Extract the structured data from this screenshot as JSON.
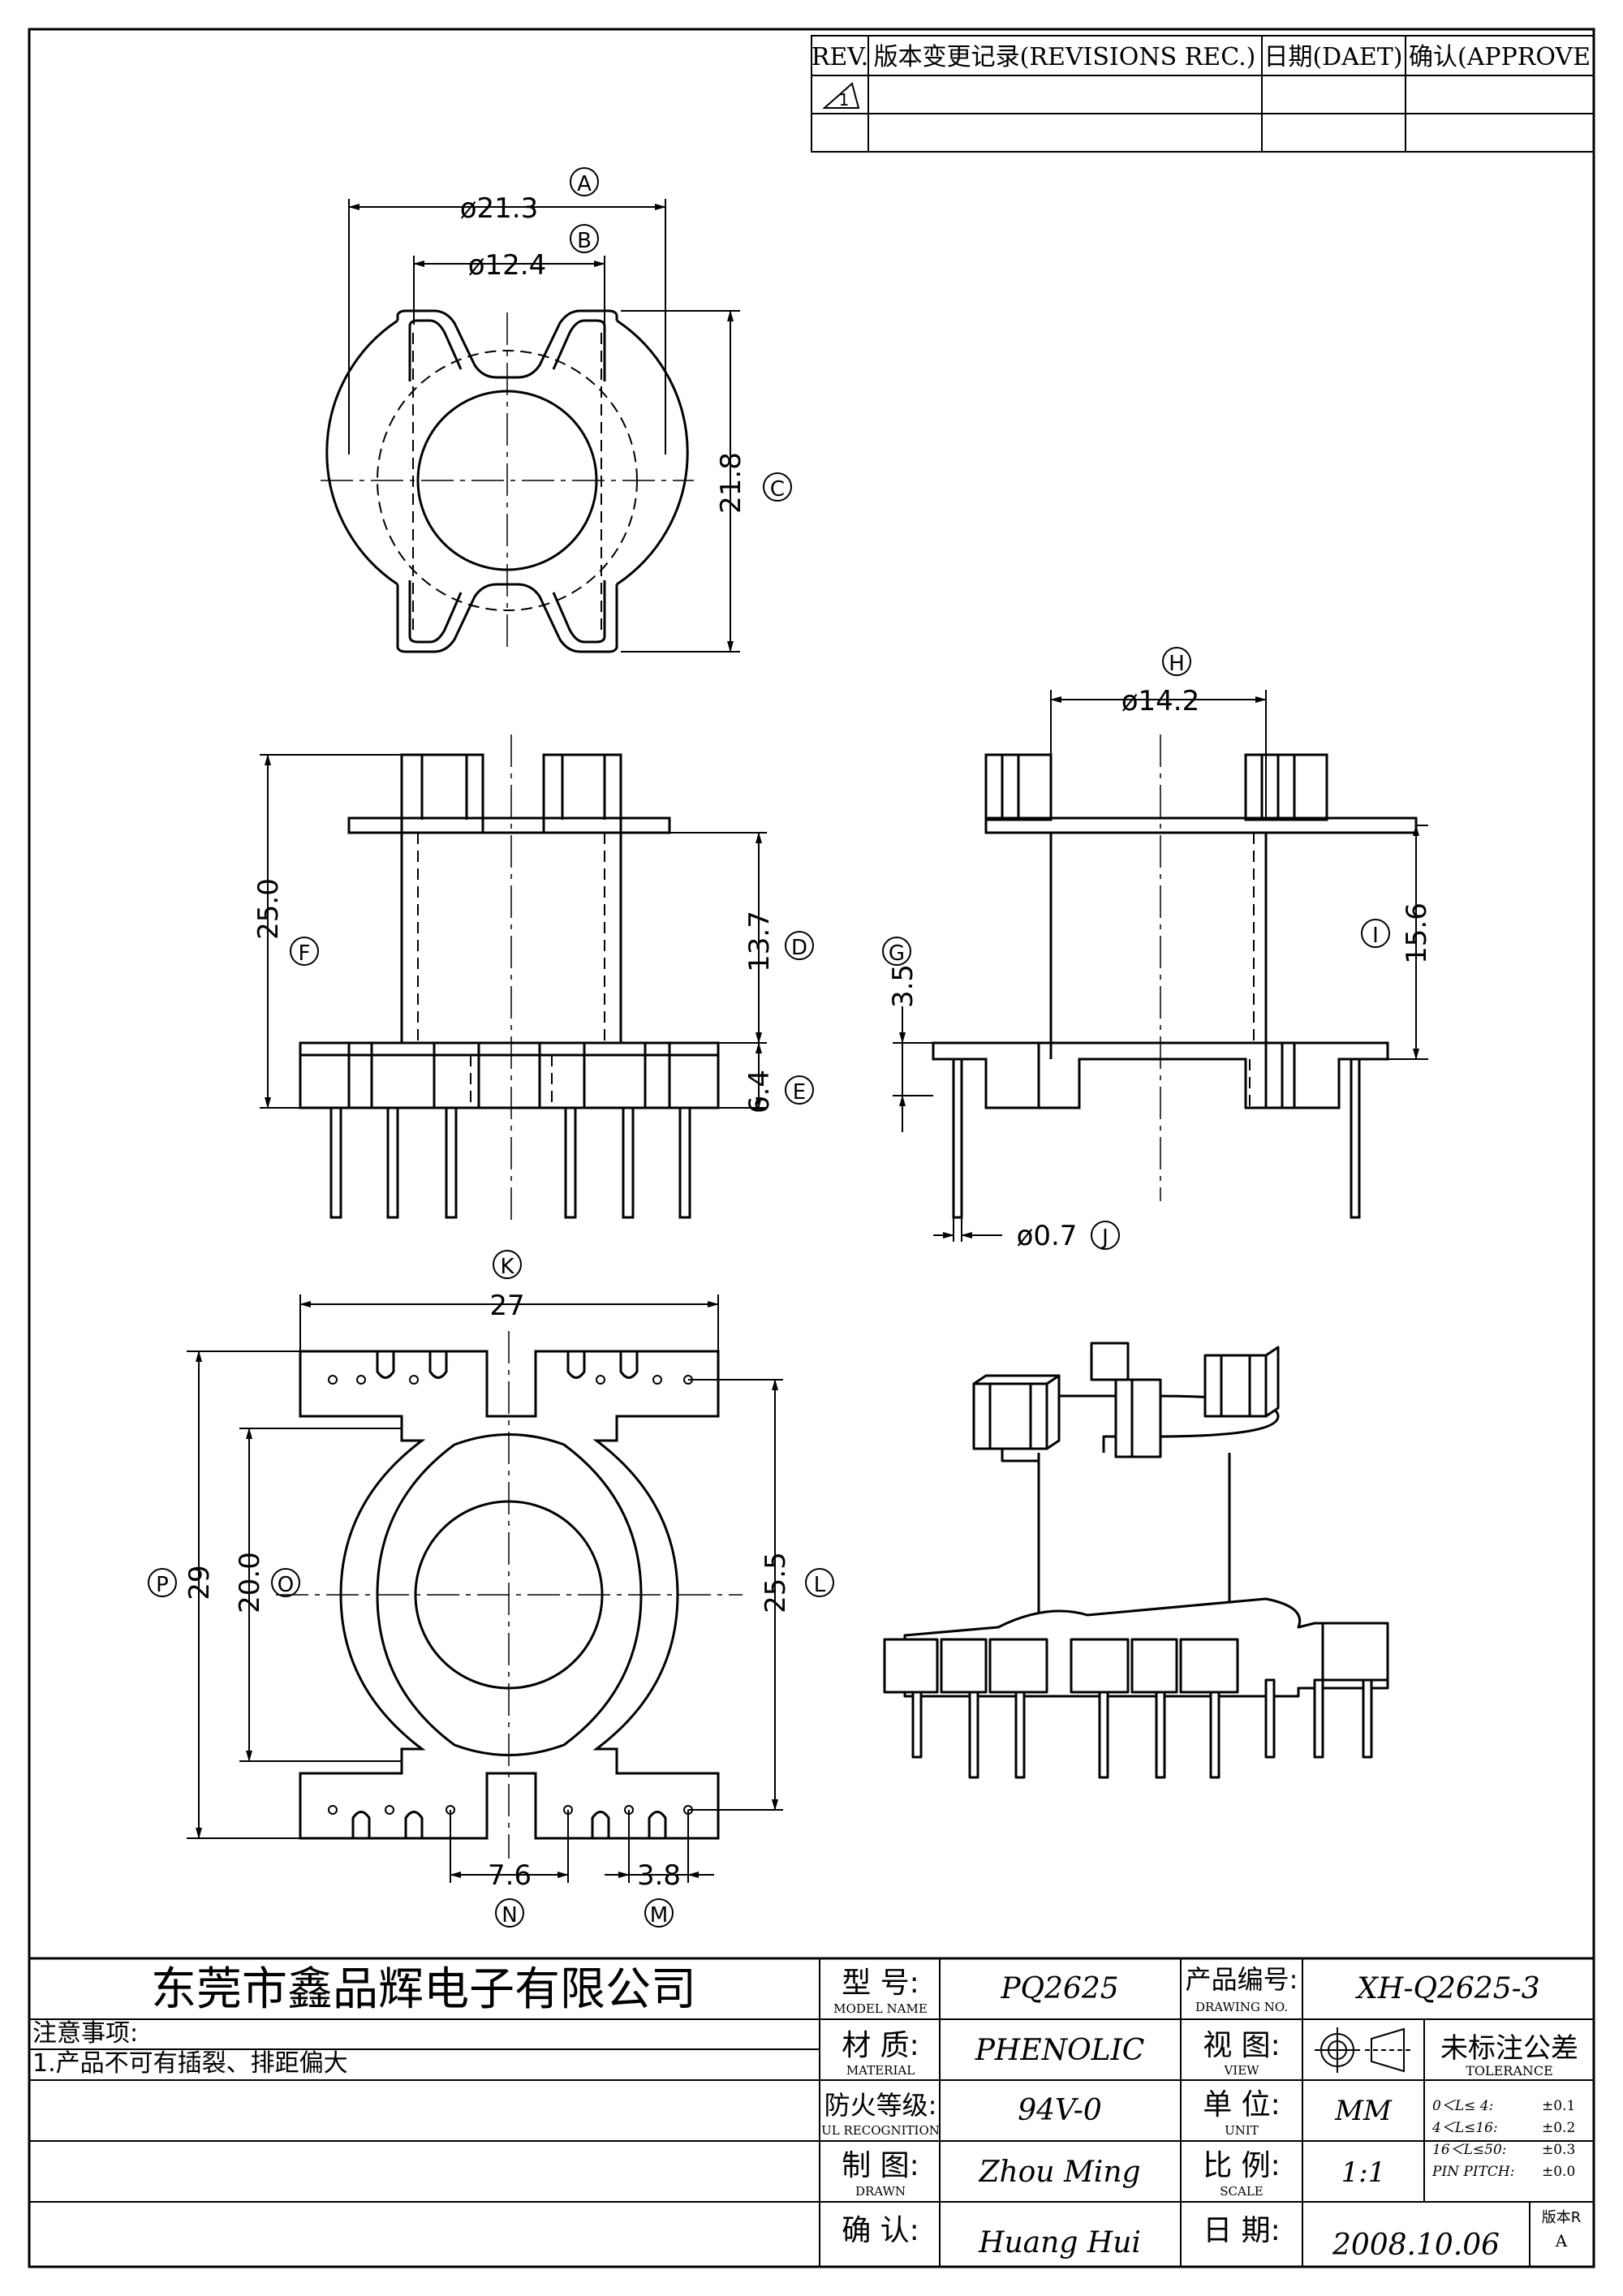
{
  "revision_table": {
    "col_rev": "REV.",
    "col_record": "版本变更记录(REVISIONS REC.)",
    "col_date": "日期(DAET)",
    "col_approve": "确认(APPROVE",
    "row1_rev": "1"
  },
  "dimensions": {
    "A": {
      "value": "ø21.3",
      "letter": "A"
    },
    "B": {
      "value": "ø12.4",
      "letter": "B"
    },
    "C": {
      "value": "21.8",
      "letter": "C"
    },
    "D": {
      "value": "13.7",
      "letter": "D"
    },
    "E": {
      "value": "6.4",
      "letter": "E"
    },
    "F": {
      "value": "25.0",
      "letter": "F"
    },
    "G": {
      "value": "3.5",
      "letter": "G"
    },
    "H": {
      "value": "ø14.2",
      "letter": "H"
    },
    "I": {
      "value": "15.6",
      "letter": "I"
    },
    "J": {
      "value": "ø0.7",
      "letter": "J"
    },
    "K": {
      "value": "27",
      "letter": "K"
    },
    "L": {
      "value": "25.5",
      "letter": "L"
    },
    "M": {
      "value": "3.8",
      "letter": "M"
    },
    "N": {
      "value": "7.6",
      "letter": "N"
    },
    "O": {
      "value": "20.0",
      "letter": "O"
    },
    "P": {
      "value": "29",
      "letter": "P"
    }
  },
  "title_block": {
    "company": "东莞市鑫品辉电子有限公司",
    "notes_title": "注意事项:",
    "note_1": "1.产品不可有插裂、排距偏大",
    "model_label_cn": "型 号:",
    "model_label_en": "MODEL NAME",
    "model_value": "PQ2625",
    "drawing_label_cn": "产品编号:",
    "drawing_label_en": "DRAWING NO.",
    "drawing_value": "XH-Q2625-3",
    "material_label_cn": "材 质:",
    "material_label_en": "MATERIAL",
    "material_value": "PHENOLIC",
    "view_label_cn": "视 图:",
    "view_label_en": "VIEW",
    "tolerance_label_cn": "未标注公差",
    "tolerance_label_en": "TOLERANCE",
    "fire_label_cn": "防火等级:",
    "fire_label_en": "UL RECOGNITION",
    "fire_value": "94V-0",
    "unit_label_cn": "单 位:",
    "unit_label_en": "UNIT",
    "unit_value": "MM",
    "tol_1": "0＜L≤ 4:",
    "tol_1_val": "±0.1",
    "tol_2": "4＜L≤16:",
    "tol_2_val": "±0.2",
    "tol_3": "16＜L≤50:",
    "tol_3_val": "±0.3",
    "tol_4": "PIN PITCH:",
    "tol_4_val": "±0.0",
    "drawn_label_cn": "制 图:",
    "drawn_label_en": "DRAWN",
    "drawn_value": "Zhou Ming",
    "scale_label_cn": "比 例:",
    "scale_label_en": "SCALE",
    "scale_value": "1:1",
    "confirm_label_cn": "确 认:",
    "confirm_value": "Huang Hui",
    "date_label_cn": "日 期:",
    "date_value": "2008.10.06",
    "version_label": "版本R",
    "version_value": "A"
  }
}
